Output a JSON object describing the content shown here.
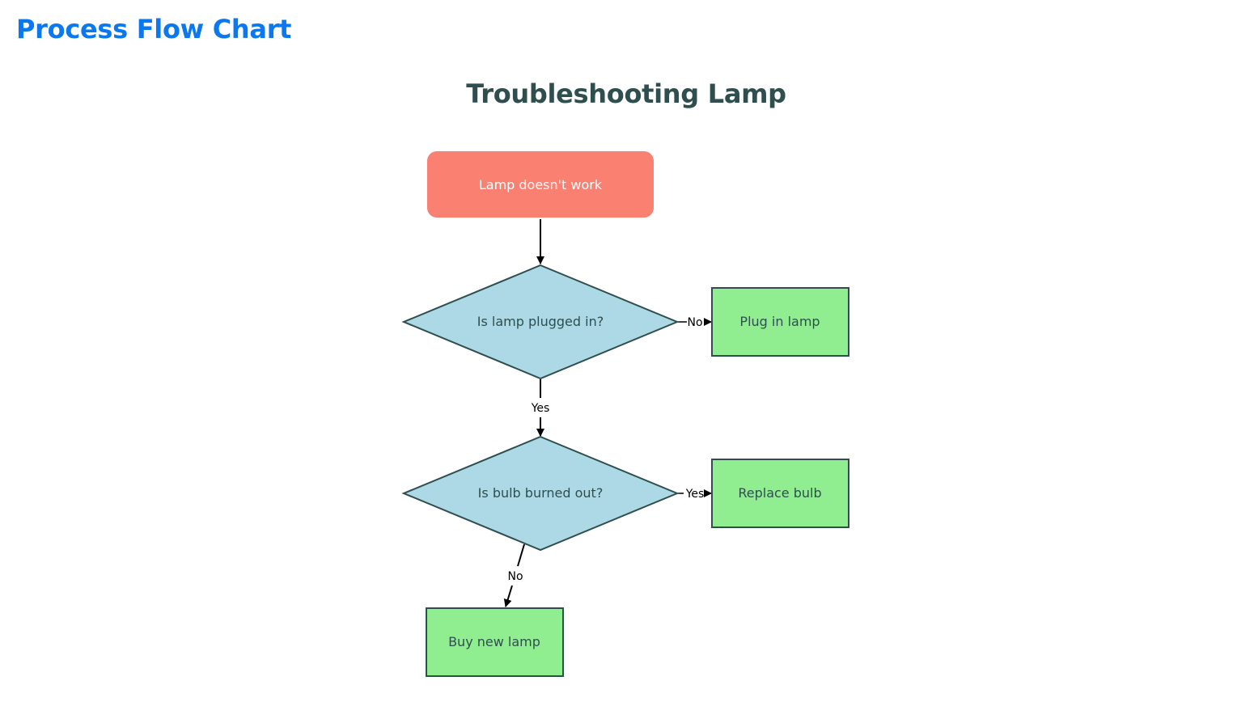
{
  "header": {
    "app_title": "Process Flow Chart"
  },
  "diagram": {
    "title": "Troubleshooting Lamp",
    "nodes": {
      "start": {
        "label": "Lamp doesn't work",
        "shape": "rounded-rect"
      },
      "q_plugged": {
        "label": "Is lamp plugged in?",
        "shape": "diamond"
      },
      "a_plug_in": {
        "label": "Plug in lamp",
        "shape": "rect"
      },
      "q_bulb": {
        "label": "Is bulb burned out?",
        "shape": "diamond"
      },
      "a_replace": {
        "label": "Replace bulb",
        "shape": "rect"
      },
      "a_buy": {
        "label": "Buy new lamp",
        "shape": "rect"
      }
    },
    "edges": {
      "start_to_plugged": {
        "from": "start",
        "to": "q_plugged",
        "label": ""
      },
      "plugged_no": {
        "from": "q_plugged",
        "to": "a_plug_in",
        "label": "No"
      },
      "plugged_yes": {
        "from": "q_plugged",
        "to": "q_bulb",
        "label": "Yes"
      },
      "bulb_yes": {
        "from": "q_bulb",
        "to": "a_replace",
        "label": "Yes"
      },
      "bulb_no": {
        "from": "q_bulb",
        "to": "a_buy",
        "label": "No"
      }
    }
  },
  "colors": {
    "app_title": "#0b78ef",
    "diagram_title": "#2f4f4f",
    "start_fill": "#fa8072",
    "start_text": "#ffffff",
    "decision_fill": "#add8e6",
    "action_fill": "#90ee90",
    "node_stroke": "#2f4f4f",
    "node_text": "#2f4f4f",
    "edge_stroke": "#000000"
  }
}
